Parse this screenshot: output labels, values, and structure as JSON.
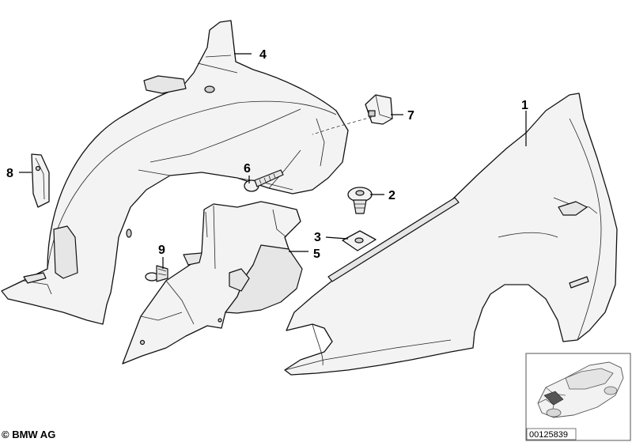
{
  "callouts": [
    {
      "id": "1",
      "label": "1"
    },
    {
      "id": "2",
      "label": "2"
    },
    {
      "id": "3",
      "label": "3"
    },
    {
      "id": "4",
      "label": "4"
    },
    {
      "id": "5",
      "label": "5"
    },
    {
      "id": "6",
      "label": "6"
    },
    {
      "id": "7",
      "label": "7"
    },
    {
      "id": "8",
      "label": "8"
    },
    {
      "id": "9",
      "label": "9"
    }
  ],
  "copyright": "© BMW AG",
  "diagram_number": "00125839"
}
